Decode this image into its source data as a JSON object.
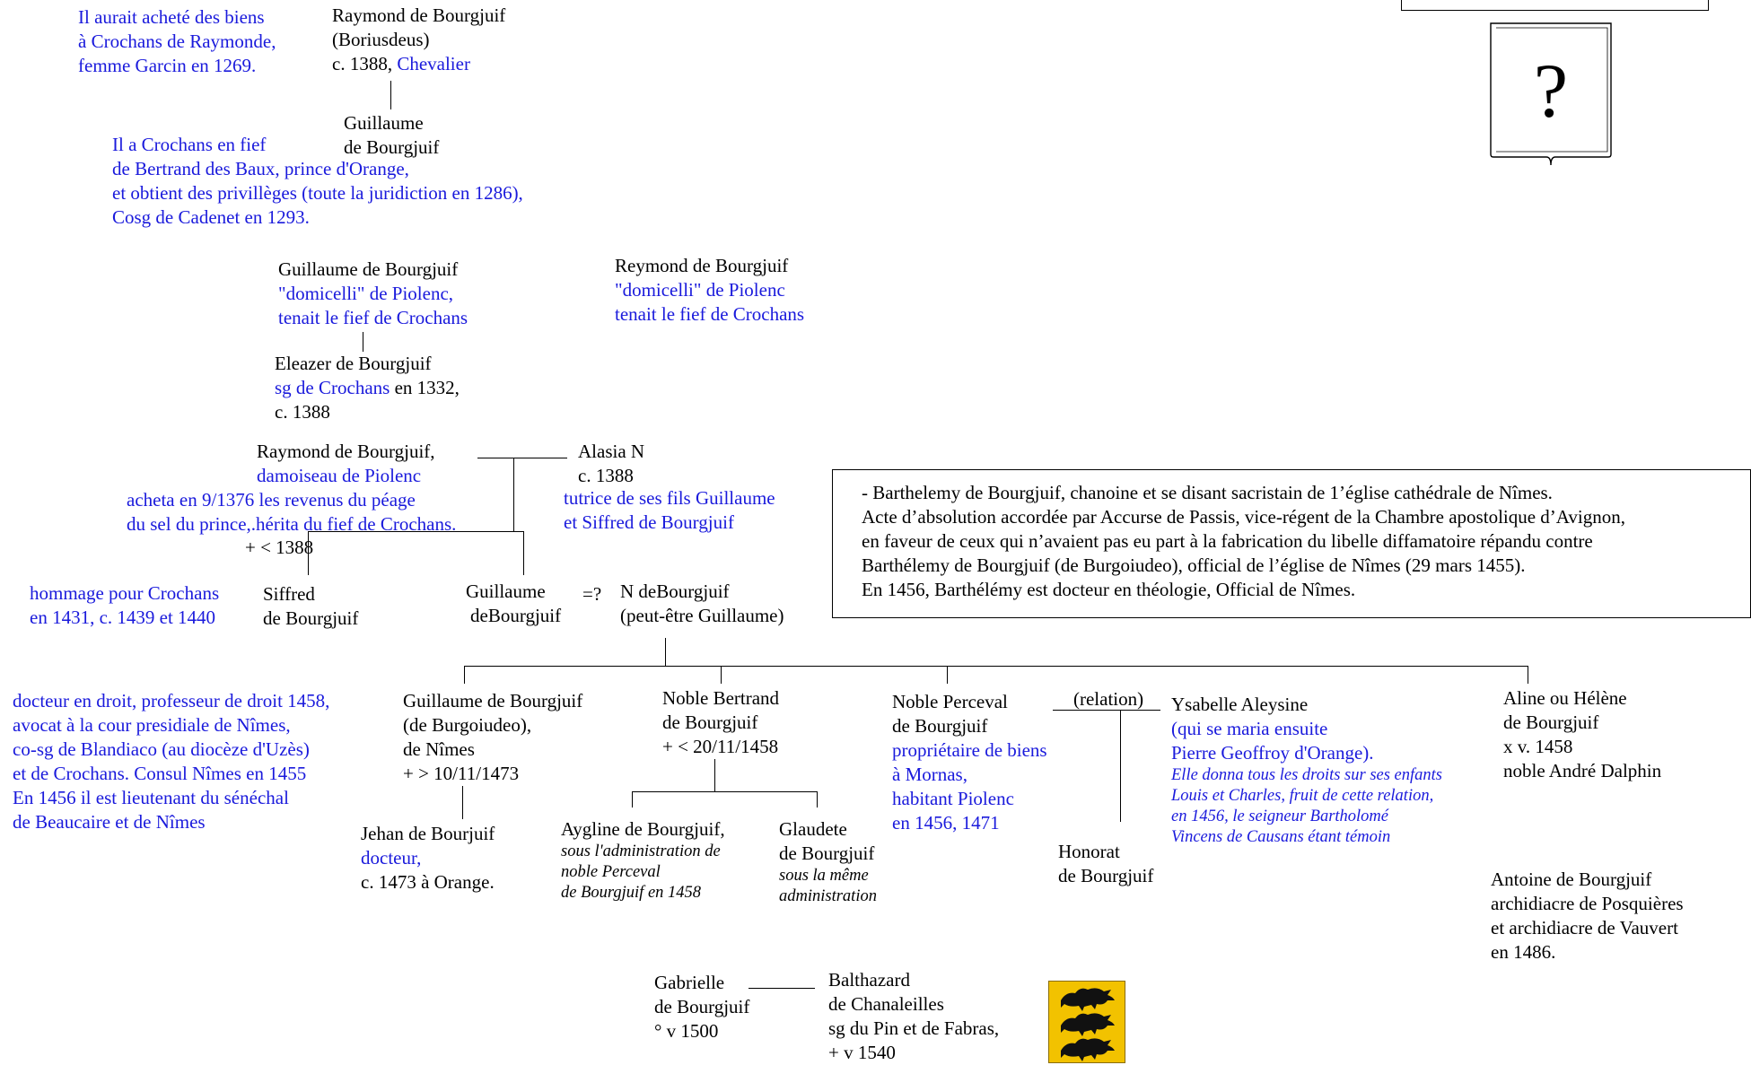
{
  "colors": {
    "note_text": "#1a1adc",
    "main_text": "#000000",
    "coat_of_arms_field": "#f2c200",
    "coat_of_arms_charge": "#111111"
  },
  "persons": {
    "raymond_1388": {
      "lines": [
        "Raymond de Bourgjuif",
        "(Boriusdeus)"
      ],
      "date": "c. 1388, ",
      "title": "Chevalier"
    },
    "guillaume_1": {
      "lines": [
        "Guillaume",
        "de Bourgjuif"
      ]
    },
    "guillaume_domicelli": {
      "name": "Guillaume de Bourgjuif",
      "notes": [
        "\"domicelli\" de Piolenc,",
        "tenait le fief de Crochans"
      ]
    },
    "reymond_domicelli": {
      "name": "Reymond de Bourgjuif",
      "notes": [
        "\"domicelli\" de Piolenc",
        "tenait le fief de Crochans"
      ]
    },
    "eleazer": {
      "name": "Eleazer de Bourgjuif",
      "note": "sg de Crochans",
      "date_suffix": " en 1332,",
      "date2": "c. 1388"
    },
    "raymond_damoiseau": {
      "name": "Raymond de Bourgjuif,",
      "notes": [
        "damoiseau de Piolenc",
        "acheta en 9/1376 les revenus du péage",
        "du sel du prince,.hérita du fief de Crochans."
      ],
      "death": "+ < 1388"
    },
    "alasia": {
      "name": "Alasia N",
      "date": "c. 1388",
      "notes": [
        "tutrice de ses fils Guillaume",
        "et Siffred de Bourgjuif"
      ]
    },
    "siffred": {
      "lines": [
        "Siffred",
        "de Bourgjuif"
      ]
    },
    "guillaume_2": {
      "lines": [
        "Guillaume",
        "deBourgjuif"
      ]
    },
    "equals_q": "=?",
    "n_debourgjuif": {
      "lines": [
        "N deBourgjuif",
        "(peut-être Guillaume)"
      ]
    },
    "guillaume_burgoiudeo": {
      "lines": [
        "Guillaume de Bourgjuif",
        "(de Burgoiudeo),",
        "de Nîmes",
        "+ > 10/11/1473"
      ]
    },
    "bertrand": {
      "lines": [
        "Noble Bertrand",
        "de Bourgjuif",
        "+ < 20/11/1458"
      ]
    },
    "perceval": {
      "lines": [
        "Noble Perceval",
        "de Bourgjuif"
      ],
      "notes": [
        "propriétaire de biens",
        " à Mornas,",
        "habitant Piolenc",
        "en 1456, 1471"
      ]
    },
    "relation": "(relation)",
    "ysabelle": {
      "name": "Ysabelle Aleysine",
      "notes": [
        "(qui se maria ensuite",
        "Pierre Geoffroy d'Orange)."
      ],
      "italic": [
        "Elle donna tous les droits sur ses enfants",
        "Louis et Charles, fruit de cette relation,",
        "en 1456, le seigneur Bartholomé",
        "Vincens de Causans étant témoin"
      ]
    },
    "aline": {
      "lines": [
        "Aline ou Hélène",
        "de Bourgjuif",
        "x v. 1458",
        "noble André Dalphin"
      ]
    },
    "jehan": {
      "name": "Jehan de Bourjuif",
      "note": "docteur,",
      "date": "c. 1473 à Orange."
    },
    "aygline": {
      "name": "Aygline de Bourgjuif,",
      "italic": [
        "sous l'administration de",
        "noble Perceval",
        "de Bourgjuif en 1458"
      ]
    },
    "glaudete": {
      "lines": [
        "Glaudete",
        "de Bourgjuif"
      ],
      "italic": [
        "sous la même",
        " administration"
      ]
    },
    "honorat": {
      "lines": [
        "Honorat",
        "de Bourgjuif"
      ]
    },
    "antoine": {
      "lines": [
        "Antoine de Bourgjuif",
        "archidiacre de Posquières",
        "et archidiacre de Vauvert",
        "en 1486."
      ]
    },
    "gabrielle": {
      "lines": [
        "Gabrielle",
        "de Bourgjuif",
        "° v 1500"
      ]
    },
    "balthazard": {
      "lines": [
        "Balthazard",
        "de Chanaleilles",
        "sg du Pin et de Fabras,",
        "+ v 1540"
      ]
    }
  },
  "side_notes": {
    "crochans_1269": [
      "Il aurait acheté des biens",
      "à Crochans de Raymonde,",
      "femme Garcin en 1269."
    ],
    "fief_orange": [
      "Il a Crochans en fief",
      "de Bertrand des Baux, prince d'Orange,",
      "et obtient des privillèges (toute la juridiction en 1286),",
      "Cosg de Cadenet en 1293."
    ],
    "hommage": [
      "hommage pour Crochans",
      "en 1431, c. 1439 et 1440"
    ],
    "docteur_droit": [
      "docteur en droit, professeur de droit 1458,",
      "avocat à la cour presidiale de Nîmes,",
      "co-sg de Blandiaco (au diocèze d'Uzès)",
      "et de Crochans. Consul Nîmes en 1455",
      "En 1456 il est lieutenant du sénéchal",
      "de Beaucaire et de Nîmes"
    ]
  },
  "note_box": {
    "lines": [
      "- Barthelemy de Bourgjuif, chanoine et se disant sacristain de 1’église cathédrale de Nîmes.",
      "Acte d’absolution accordée par Accurse de Passis, vice-régent de la Chambre apostolique d’Avignon,",
      "en faveur de ceux qui n’avaient pas eu part à la fabrication du libelle diffamatoire répandu contre",
      "Barthélemy de Bourgjuif (de Burgoiudeo), official de l’église de Nîmes (29 mars 1455).",
      "En 1456, Barthélémy est docteur en théologie, Official de Nîmes."
    ]
  },
  "shield": {
    "symbol": "?",
    "icon": "unknown-coat-of-arms-shield"
  },
  "coat_of_arms": {
    "icon": "coat-of-arms-gold-with-black-lions"
  }
}
